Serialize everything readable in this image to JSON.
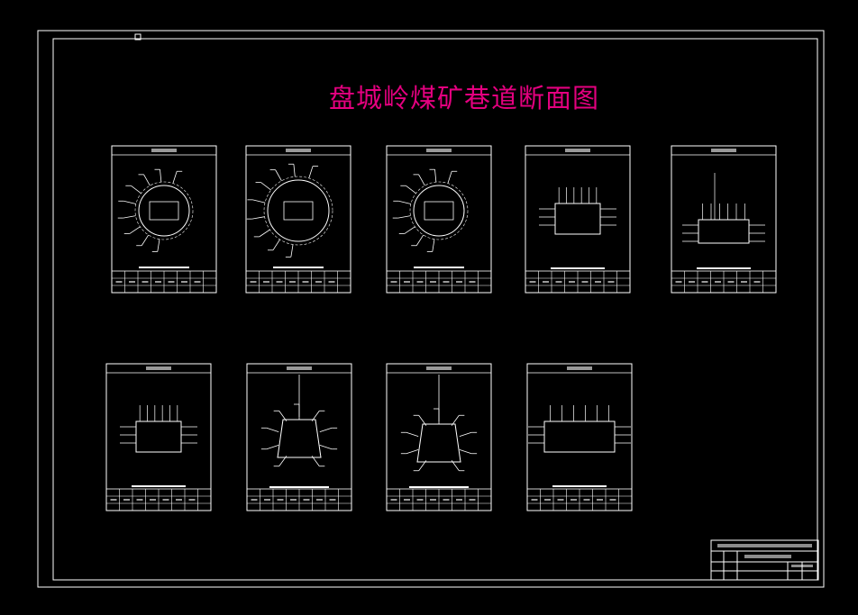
{
  "drawing": {
    "title": "盘城岭煤矿巷道断面图",
    "title_color": "#e4007f",
    "line_color": "#ffffff",
    "background": "#000000"
  },
  "sheets": [
    {
      "id": "sheet-1",
      "kind": "arch",
      "has_header": true
    },
    {
      "id": "sheet-2",
      "kind": "arch-large",
      "has_header": true
    },
    {
      "id": "sheet-3",
      "kind": "arch",
      "has_header": true
    },
    {
      "id": "sheet-4",
      "kind": "rect",
      "has_header": true
    },
    {
      "id": "sheet-5",
      "kind": "rect-tall",
      "has_header": true
    },
    {
      "id": "sheet-6",
      "kind": "rect",
      "has_header": true
    },
    {
      "id": "sheet-7",
      "kind": "trapezoid",
      "has_header": true
    },
    {
      "id": "sheet-8",
      "kind": "trapezoid-tall",
      "has_header": true
    },
    {
      "id": "sheet-9",
      "kind": "rect-wide",
      "has_header": true
    }
  ],
  "title_block": {
    "line1": "",
    "line2": ""
  }
}
